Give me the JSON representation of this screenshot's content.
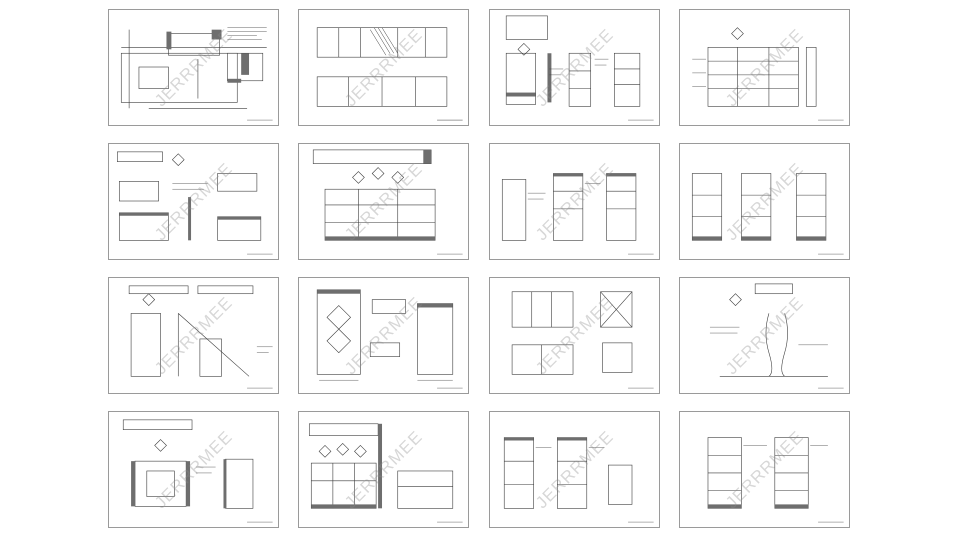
{
  "watermark": "JERRRMEE",
  "colors": {
    "line": "#3a3a3a",
    "hatch": "#6e6e6e",
    "border": "#9a9a9a",
    "watermark": "#8c8c8c"
  },
  "sheets": [
    {
      "id": "sheet-1",
      "kind": "floor-plan"
    },
    {
      "id": "sheet-2",
      "kind": "elevation-wide"
    },
    {
      "id": "sheet-3",
      "kind": "cabinet-sections"
    },
    {
      "id": "sheet-4",
      "kind": "shelving-sections"
    },
    {
      "id": "sheet-5",
      "kind": "detail-sheet"
    },
    {
      "id": "sheet-6",
      "kind": "elevation-diamonds"
    },
    {
      "id": "sheet-7",
      "kind": "cabinet-sections"
    },
    {
      "id": "sheet-8",
      "kind": "shelving-sections"
    },
    {
      "id": "sheet-9",
      "kind": "stair-elevation"
    },
    {
      "id": "sheet-10",
      "kind": "plan-diamonds"
    },
    {
      "id": "sheet-11",
      "kind": "door-elevations"
    },
    {
      "id": "sheet-12",
      "kind": "column-detail"
    },
    {
      "id": "sheet-13",
      "kind": "frame-elevation"
    },
    {
      "id": "sheet-14",
      "kind": "elevation-diamonds"
    },
    {
      "id": "sheet-15",
      "kind": "cabinet-sections"
    },
    {
      "id": "sheet-16",
      "kind": "shelving-sections"
    }
  ]
}
